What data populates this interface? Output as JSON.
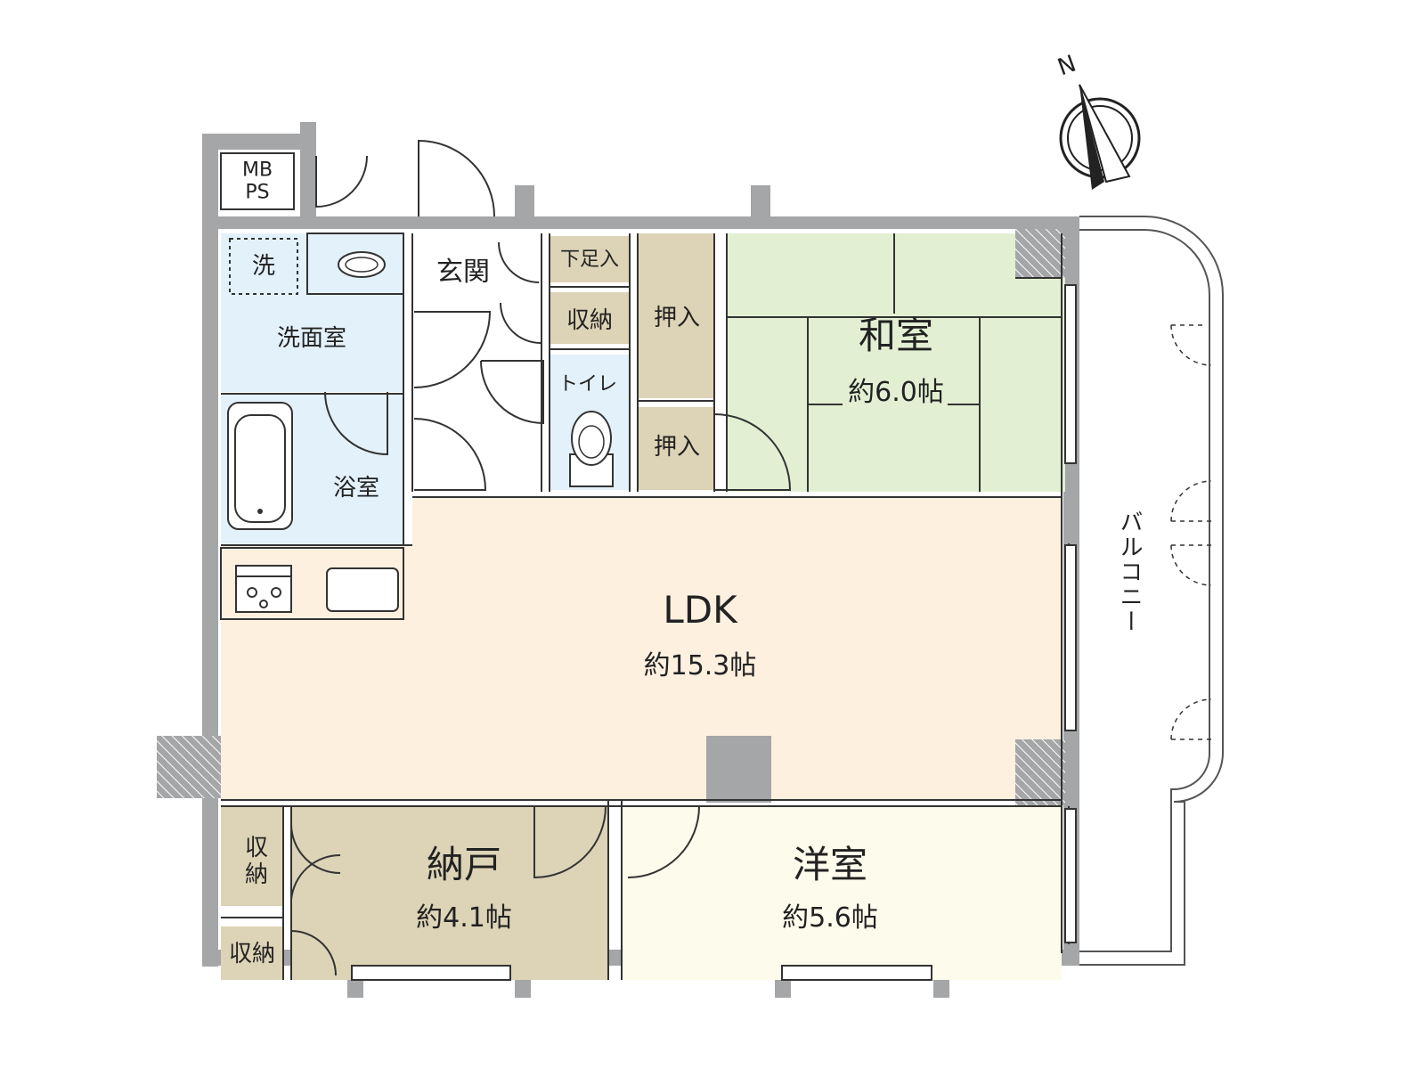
{
  "compass": {
    "north_label": "N"
  },
  "rooms": {
    "mbps": {
      "line1": "MB",
      "line2": "PS"
    },
    "washer": "洗",
    "washroom": "洗面室",
    "entrance": "玄関",
    "shoe_storage": "下足入",
    "hall_storage": "収納",
    "toilet": "トイレ",
    "bath": "浴室",
    "closet_upper": "押入",
    "closet_lower": "押入",
    "japanese": {
      "name": "和室",
      "size": "約6.0帖"
    },
    "ldk": {
      "name": "LDK",
      "size": "約15.3帖"
    },
    "storeroom": {
      "name": "納戸",
      "size": "約4.1帖"
    },
    "western": {
      "name": "洋室",
      "size": "約5.6帖"
    },
    "storage_left_upper": {
      "line1": "収",
      "line2": "納"
    },
    "storage_left_lower": "収納",
    "balcony": "バルコニー"
  },
  "colors": {
    "wall": "#a4a6a7",
    "washroom": "#e3f1fb",
    "japanese": "#e2efd3",
    "ldk": "#fdf0df",
    "storage": "#ddd3b6",
    "western": "#fdfbeb"
  }
}
